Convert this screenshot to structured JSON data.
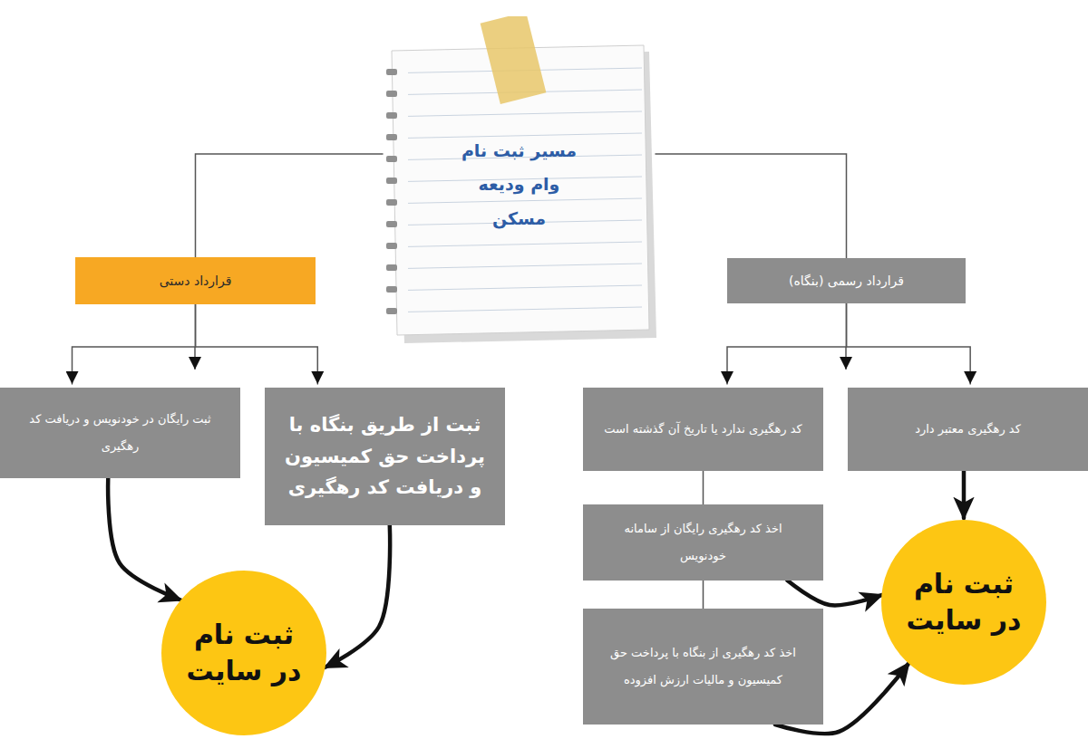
{
  "diagram": {
    "nodes": [
      {
        "text": [
          "مسیر ثبت نام وام ودیعه مسکن"
        ]
      },
      {
        "text": [
          "قرارداد دستی"
        ]
      },
      {
        "text": [
          "قرارداد رسمی (بنگاه)"
        ]
      },
      {
        "text": [
          "ثبت از طریق بنگاه با پرداخت حق کمیسیون و دریافت کد رهگیری"
        ]
      },
      {
        "text": [
          "ثبت رایگان در خودنویس و دریافت کد رهگیری"
        ]
      },
      {
        "text": [
          "کد رهگیری معتبر دارد"
        ]
      },
      {
        "text": [
          "کد رهگیری ندارد یا تاریخ آن گذشته است"
        ]
      },
      {
        "text": [
          "اخذ کد رهگیری رایگان از سامانه خودنویس"
        ]
      },
      {
        "text": [
          "اخذ کد رهگیری از بنگاه با پرداخت حق کمیسیون و مالیات ارزش افزوده"
        ]
      },
      {
        "text": [
          "ثبت نام در سایت"
        ]
      },
      {
        "text": [
          "ثبت نام در سایت"
        ]
      }
    ],
    "edges": [
      {
        "from": 0,
        "to": 1,
        "arrow": "none"
      },
      {
        "from": 0,
        "to": 2,
        "arrow": "none"
      },
      {
        "from": 1,
        "to": 4,
        "arrow": "to"
      },
      {
        "from": 1,
        "to": 3,
        "arrow": "to"
      },
      {
        "from": 2,
        "to": 6,
        "arrow": "to"
      },
      {
        "from": 2,
        "to": 5,
        "arrow": "to"
      },
      {
        "from": 4,
        "to": 9,
        "arrow": "to"
      },
      {
        "from": 3,
        "to": 9,
        "arrow": "to"
      },
      {
        "from": 5,
        "to": 10,
        "arrow": "to"
      },
      {
        "from": 6,
        "to": 7,
        "arrow": "none"
      },
      {
        "from": 7,
        "to": 8,
        "arrow": "none"
      },
      {
        "from": 7,
        "to": 10,
        "arrow": "to"
      },
      {
        "from": 8,
        "to": 10,
        "arrow": "to"
      }
    ]
  }
}
